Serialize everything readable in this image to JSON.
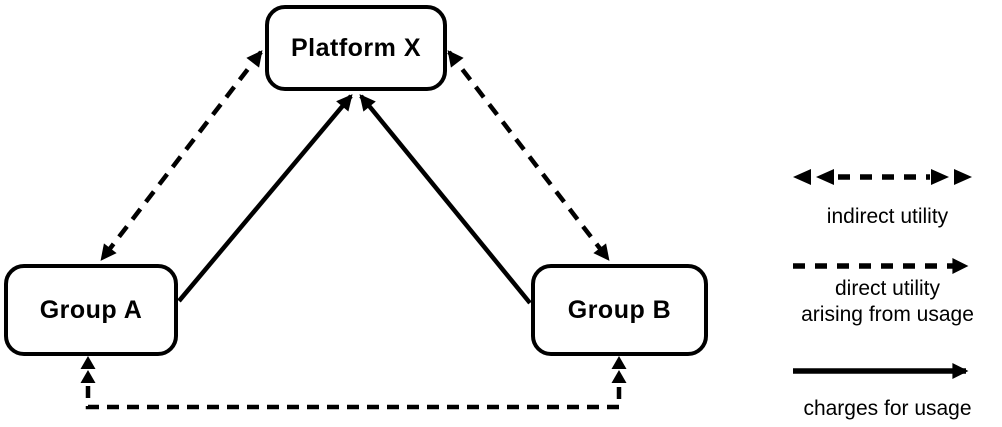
{
  "diagram": {
    "nodes": {
      "platform": {
        "label": "Platform X"
      },
      "group_a": {
        "label": "Group A"
      },
      "group_b": {
        "label": "Group B"
      }
    },
    "edges": [
      {
        "between": [
          "Platform X",
          "Group A"
        ],
        "relation": "indirect utility",
        "line_style": "dashed",
        "arrowheads": "both ends"
      },
      {
        "between": [
          "Platform X",
          "Group B"
        ],
        "relation": "indirect utility",
        "line_style": "dashed",
        "arrowheads": "both ends"
      },
      {
        "between": [
          "Group A",
          "Platform X"
        ],
        "relation": "charges for usage",
        "line_style": "solid",
        "arrowheads": "into Platform X"
      },
      {
        "between": [
          "Group B",
          "Platform X"
        ],
        "relation": "charges for usage",
        "line_style": "solid",
        "arrowheads": "into Platform X"
      },
      {
        "between": [
          "Group A",
          "Group B"
        ],
        "relation": "direct utility arising from usage",
        "line_style": "dashed",
        "arrowheads": "double heads into both groups"
      }
    ]
  },
  "legend": {
    "items": [
      {
        "symbol": "dashed-double-headed-arrow",
        "lines": [
          "indirect utility"
        ]
      },
      {
        "symbol": "dashed-arrow-right",
        "lines": [
          "direct utility",
          "arising from usage"
        ]
      },
      {
        "symbol": "solid-arrow-right",
        "lines": [
          "charges for usage"
        ]
      }
    ]
  },
  "colors": {
    "ink": "#000000",
    "background": "#ffffff"
  }
}
